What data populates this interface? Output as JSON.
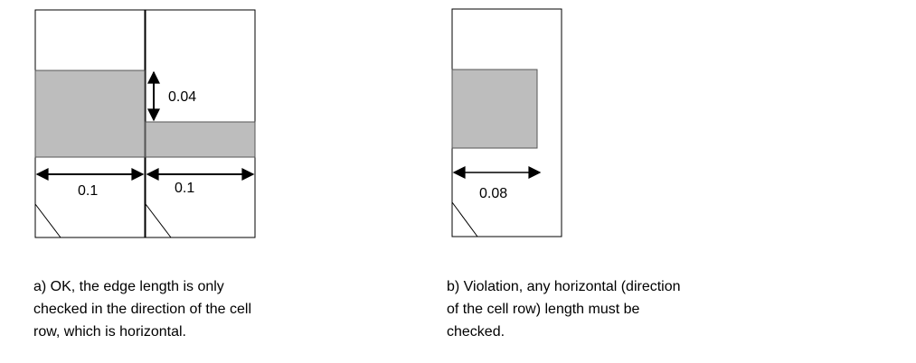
{
  "colors": {
    "outline": "#000000",
    "fill_shape": "#bdbdbd",
    "background": "#ffffff"
  },
  "panel_a": {
    "dimension_vertical": "0.04",
    "dimension_left_width": "0.1",
    "dimension_right_width": "0.1",
    "caption_lines": [
      "a) OK, the edge length is only",
      "checked in the direction of the cell",
      "row, which is horizontal."
    ]
  },
  "panel_b": {
    "dimension_width": "0.08",
    "caption_lines": [
      "b) Violation, any horizontal (direction",
      "of the cell row) length must be",
      "checked."
    ]
  }
}
